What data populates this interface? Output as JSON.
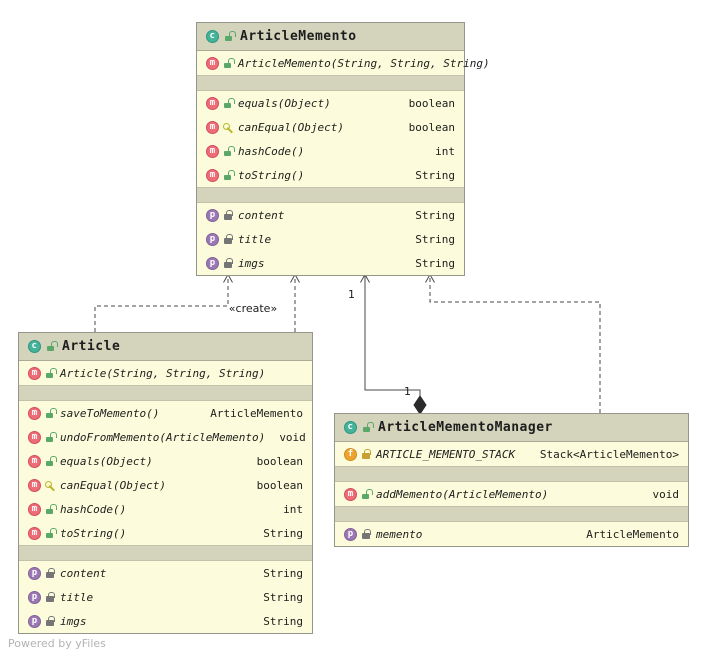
{
  "icons": {
    "class_letter": "c",
    "method_letter": "m",
    "property_letter": "p",
    "field_letter": "f"
  },
  "colors": {
    "header_fill": "#D4D4BC",
    "body_fill": "#FCFCDC",
    "class_icon": "#45B29A",
    "method_icon": "#ED6C78",
    "property_icon": "#9B78B3",
    "field_icon": "#EFA32F"
  },
  "edges": {
    "create_label": "«create»",
    "multiplicity_source": "1",
    "multiplicity_target": "1"
  },
  "credit": "Powered by yFiles",
  "nodes": {
    "articleMemento": {
      "title": "ArticleMemento",
      "constructor": {
        "name": "ArticleMemento(String, String, String)",
        "type": ""
      },
      "methods": [
        {
          "name": "equals(Object)",
          "type": "boolean"
        },
        {
          "name": "canEqual(Object)",
          "type": "boolean"
        },
        {
          "name": "hashCode()",
          "type": "int"
        },
        {
          "name": "toString()",
          "type": "String"
        }
      ],
      "fields": [
        {
          "name": "content",
          "type": "String"
        },
        {
          "name": "title",
          "type": "String"
        },
        {
          "name": "imgs",
          "type": "String"
        }
      ]
    },
    "article": {
      "title": "Article",
      "constructor": {
        "name": "Article(String, String, String)",
        "type": ""
      },
      "methods": [
        {
          "name": "saveToMemento()",
          "type": "ArticleMemento"
        },
        {
          "name": "undoFromMemento(ArticleMemento)",
          "type": "void"
        },
        {
          "name": "equals(Object)",
          "type": "boolean"
        },
        {
          "name": "canEqual(Object)",
          "type": "boolean"
        },
        {
          "name": "hashCode()",
          "type": "int"
        },
        {
          "name": "toString()",
          "type": "String"
        }
      ],
      "fields": [
        {
          "name": "content",
          "type": "String"
        },
        {
          "name": "title",
          "type": "String"
        },
        {
          "name": "imgs",
          "type": "String"
        }
      ]
    },
    "manager": {
      "title": "ArticleMementoManager",
      "staticFields": [
        {
          "name": "ARTICLE_MEMENTO_STACK",
          "type": "Stack<ArticleMemento>"
        }
      ],
      "methods": [
        {
          "name": "addMemento(ArticleMemento)",
          "type": "void"
        }
      ],
      "fields": [
        {
          "name": "memento",
          "type": "ArticleMemento"
        }
      ]
    }
  }
}
